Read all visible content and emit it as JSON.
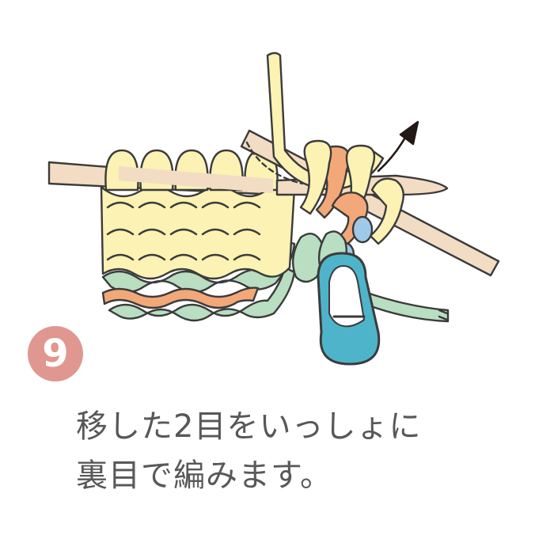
{
  "step": {
    "number": "9",
    "badge_color": "#e0978f"
  },
  "caption": {
    "line1": "移した2目をいっしょに",
    "line2": "裏目で編みます。",
    "color": "#595757"
  },
  "colors": {
    "needle": "#f3dcc4",
    "needle_outline": "#3b3b3b",
    "yarn_yellow": "#fbf2b3",
    "yarn_orange": "#f2a878",
    "yarn_green": "#b9dec1",
    "yarn_blue": "#9fc9e8",
    "stitch_marker": "#4eb4c9"
  },
  "icons": {
    "direction_arrow": "arrow-up-right-icon",
    "stitch_marker": "stitch-marker-icon"
  }
}
